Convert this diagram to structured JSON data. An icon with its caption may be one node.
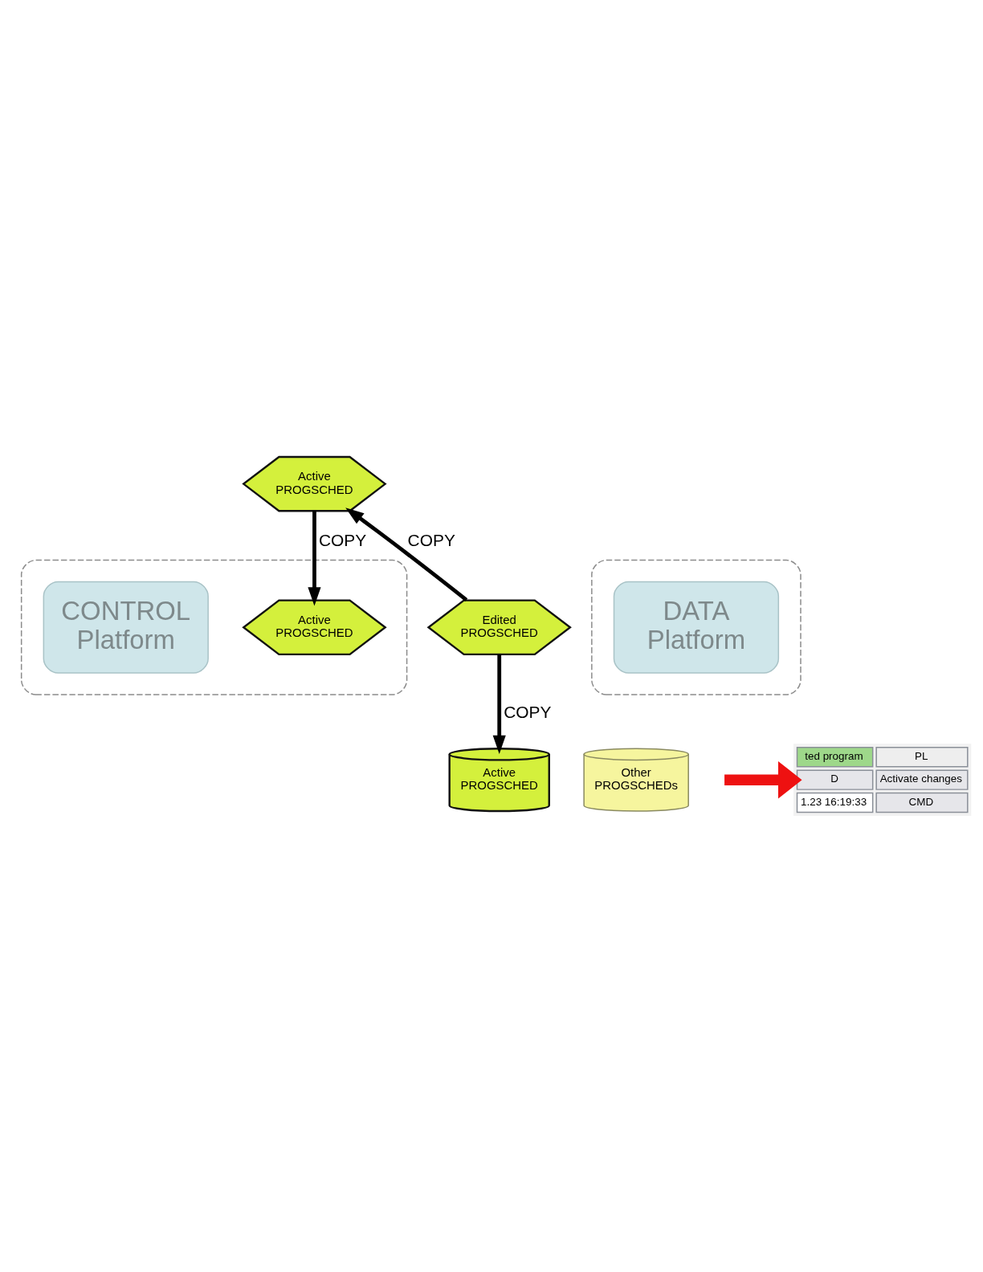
{
  "diagram": {
    "nodes": [
      {
        "text": [],
        "shape": "box"
      },
      {
        "text": [
          "Active PROGSCHED"
        ],
        "in": 0
      },
      {
        "text": [
          "CONTROL Platform"
        ],
        "in": 0
      },
      {
        "text": [],
        "shape": "box"
      },
      {
        "text": [
          "DATA Platform"
        ],
        "in": 3
      },
      {
        "text": [
          "Active PROGSCHED"
        ]
      },
      {
        "text": [
          "Edited PROGSCHED"
        ]
      },
      {
        "text": [
          "Active PROGSCHED"
        ]
      },
      {
        "text": [
          "Other PROGSCHEDs"
        ]
      },
      {
        "text": [
          "ted program",
          "PL",
          "D",
          "Activate changes",
          "1.23 16:19:33",
          "CMD"
        ]
      }
    ],
    "edges": [
      {
        "from": 5,
        "to": 1,
        "arrow": "to",
        "label": "COPY"
      },
      {
        "from": 6,
        "to": 5,
        "arrow": "to",
        "label": "COPY"
      },
      {
        "from": 6,
        "to": 7,
        "arrow": "to",
        "label": "COPY"
      },
      {
        "from": null,
        "to": 9,
        "arrow": "to",
        "style": "thick",
        "color": "#ee1111"
      }
    ]
  }
}
